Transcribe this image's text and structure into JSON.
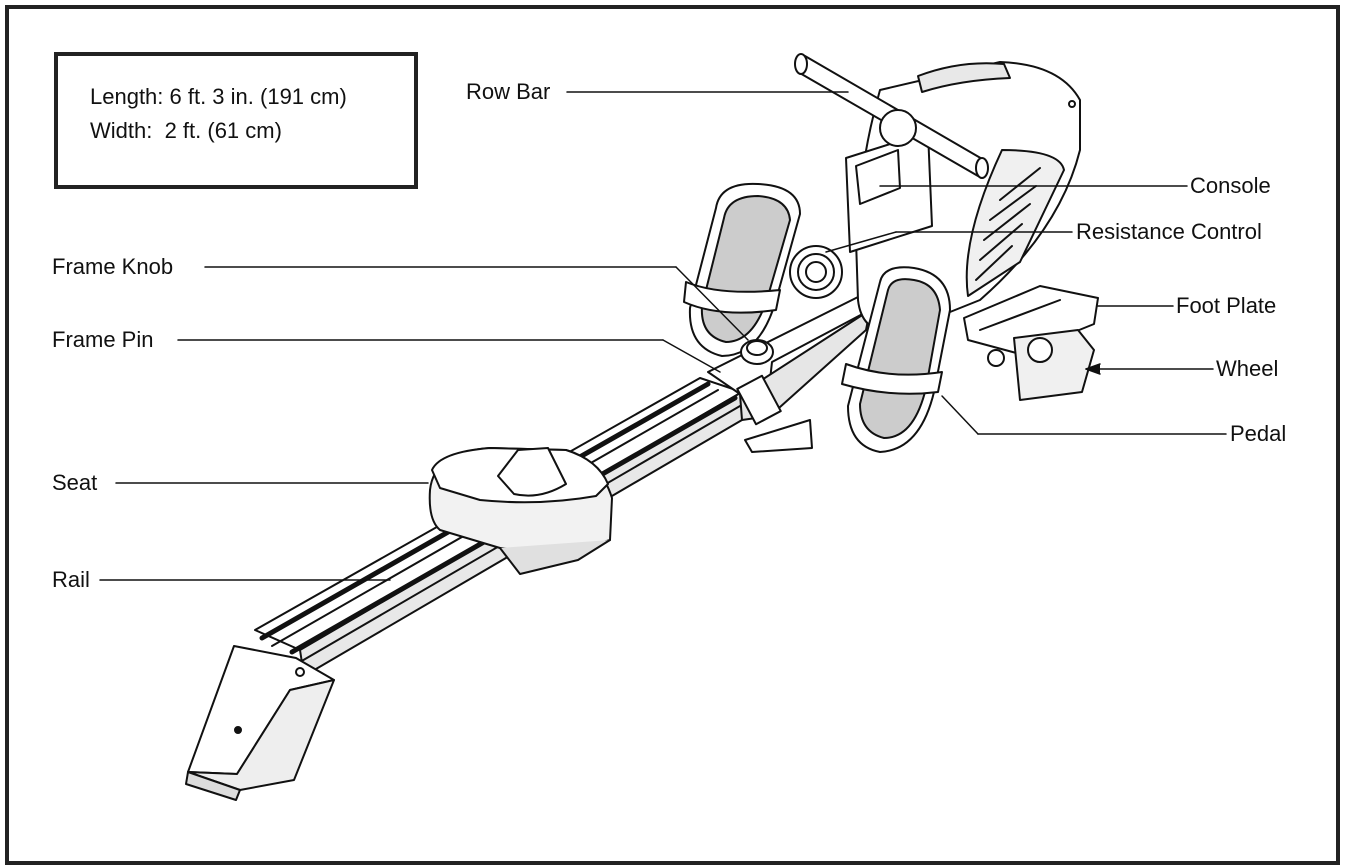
{
  "dimensions": {
    "length": "Length: 6 ft. 3 in. (191 cm)",
    "width": "Width:  2 ft. (61 cm)"
  },
  "labels": {
    "row_bar": "Row Bar",
    "console": "Console",
    "resistance_control": "Resistance Control",
    "frame_knob": "Frame Knob",
    "foot_plate": "Foot Plate",
    "frame_pin": "Frame Pin",
    "wheel": "Wheel",
    "pedal": "Pedal",
    "seat": "Seat",
    "rail": "Rail"
  }
}
